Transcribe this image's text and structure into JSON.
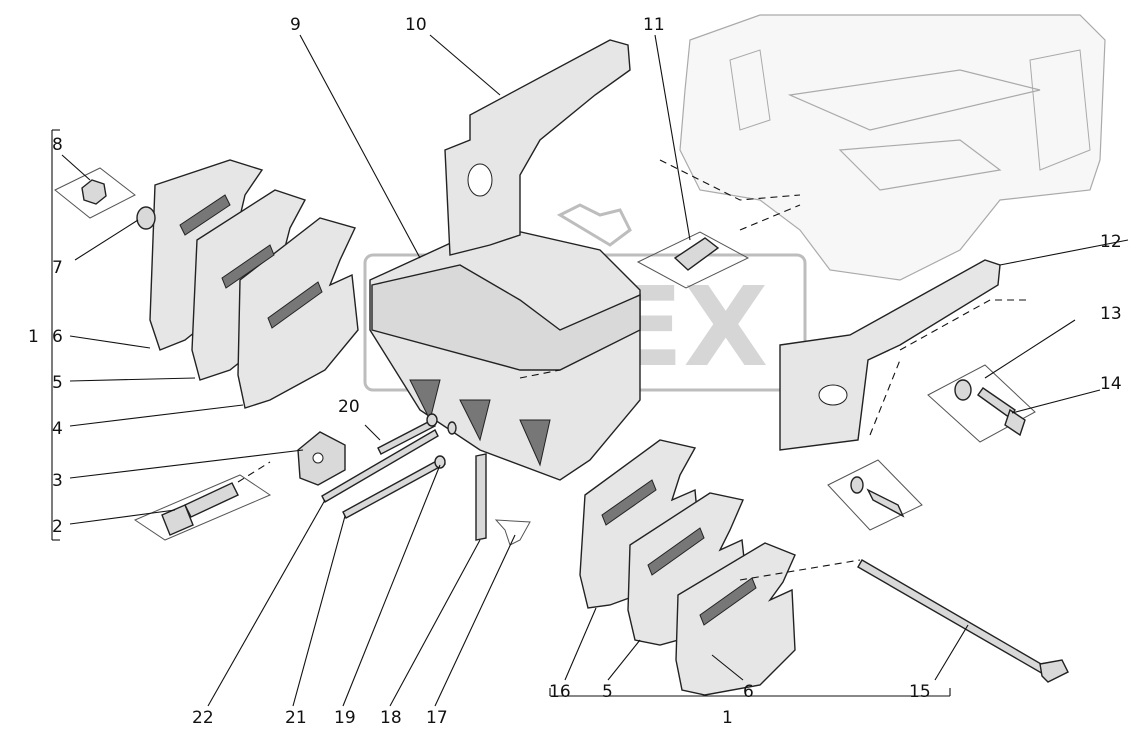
{
  "labels": {
    "l1_left": "1",
    "l1_bottom": "1",
    "l2": "2",
    "l3": "3",
    "l4": "4",
    "l5_left": "5",
    "l5_bottom": "5",
    "l6_left": "6",
    "l6_bottom": "6",
    "l7": "7",
    "l8": "8",
    "l9": "9",
    "l10": "10",
    "l11": "11",
    "l12": "12",
    "l13": "13",
    "l14": "14",
    "l15": "15",
    "l16": "16",
    "l17": "17",
    "l18": "18",
    "l19": "19",
    "l20": "20",
    "l21": "21",
    "l22": "22"
  },
  "watermark": "OREX",
  "icons": [
    "counterweight-icon",
    "bolt-icon",
    "nut-icon",
    "washer-icon",
    "pin-icon",
    "bracket-icon",
    "tractor-frame-icon"
  ]
}
